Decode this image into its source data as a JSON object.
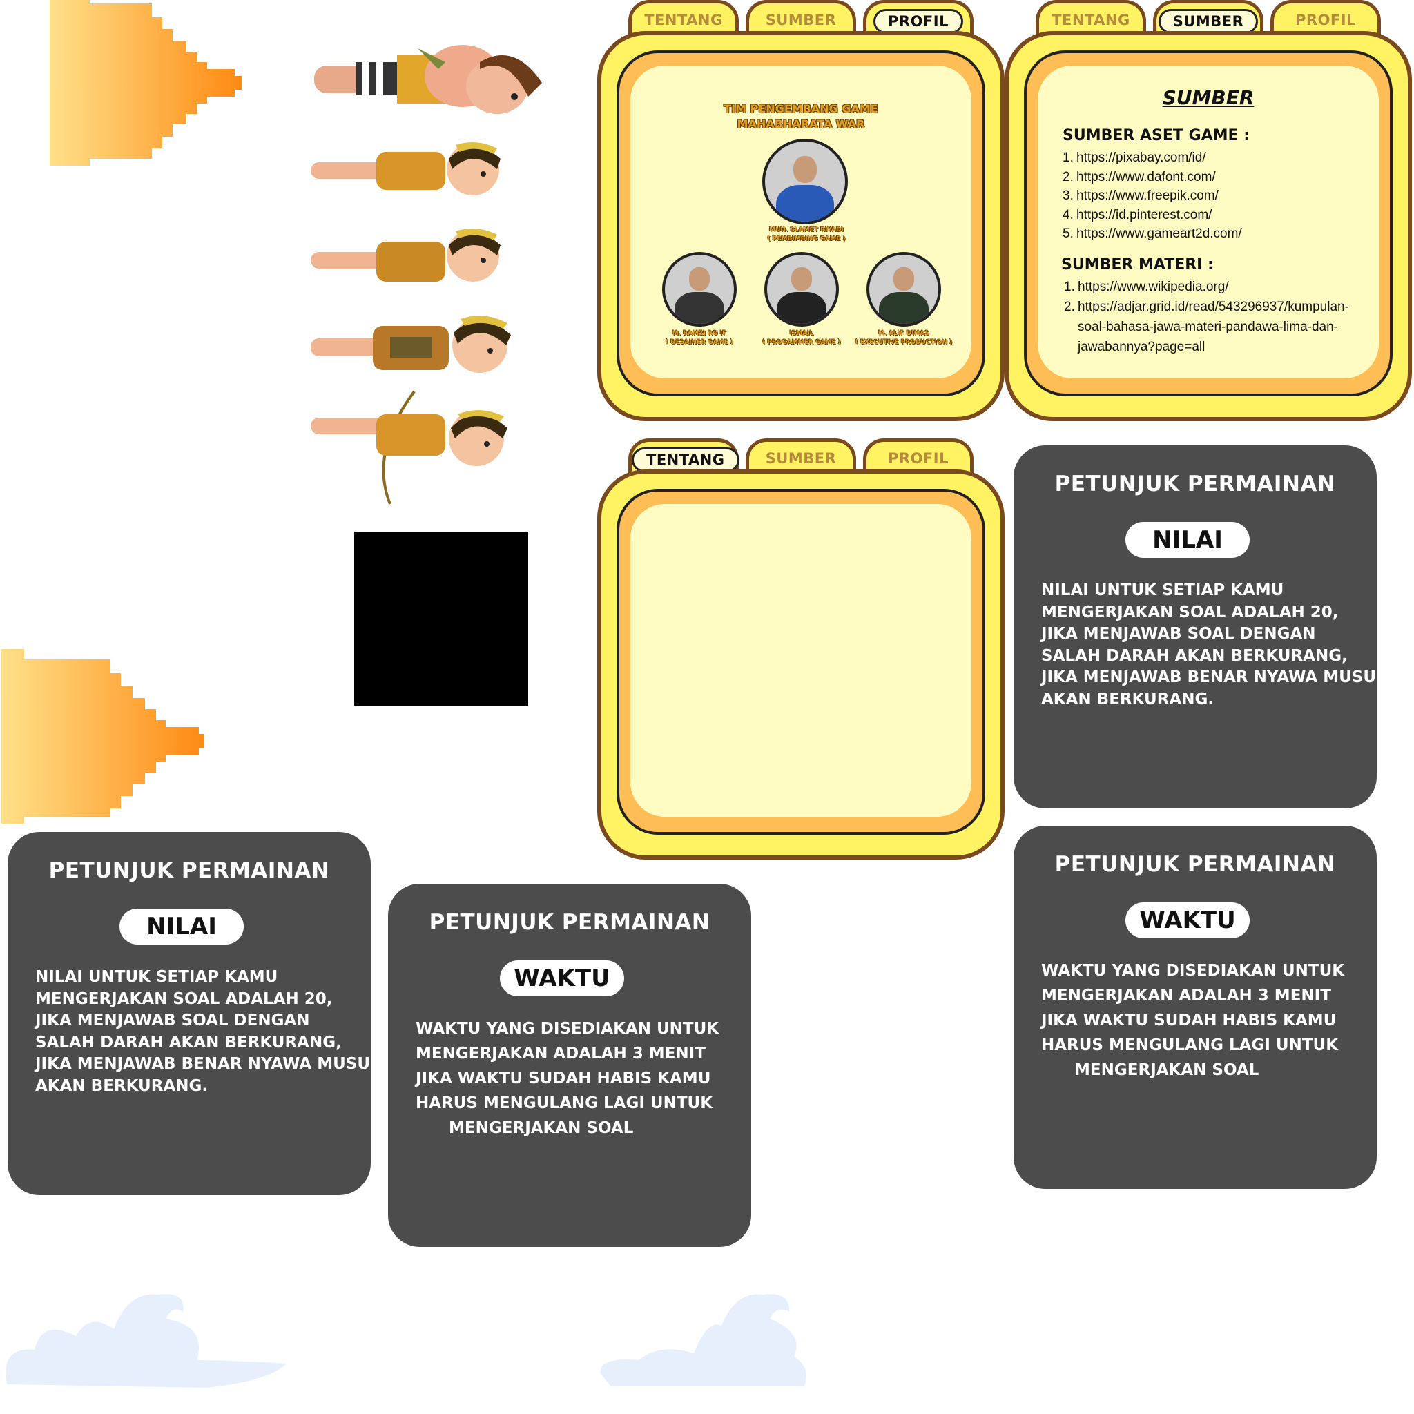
{
  "tabs": {
    "tentang": "TENTANG",
    "sumber": "SUMBER",
    "profil": "PROFIL"
  },
  "profil": {
    "title_line1": "TIM PENGEMBANG GAME",
    "title_line2": "MAHABHARATA WAR",
    "lead": {
      "name": "MUH. SLAMET RIYADI",
      "role": "( PEMBIMBING GAME )"
    },
    "members": [
      {
        "name": "M. RAMZI RO IF",
        "role": "( DESAINER GAME )"
      },
      {
        "name": "ISMAIL",
        "role": "( PROGAMMER GAME )"
      },
      {
        "name": "M. ALIF DIMAS",
        "role": "( EXECUTIVE PRODUCTION )"
      }
    ]
  },
  "sumber": {
    "title": "SUMBER",
    "aset_heading": "SUMBER ASET GAME :",
    "aset": [
      "https://pixabay.com/id/",
      "https://www.dafont.com/",
      "https://www.freepik.com/",
      "https://id.pinterest.com/",
      "https://www.gameart2d.com/"
    ],
    "materi_heading": "SUMBER MATERI :",
    "materi_1": "https://www.wikipedia.org/",
    "materi_2_line1": "https://adjar.grid.id/read/543296937/kumpulan-",
    "materi_2_line2": "soal-bahasa-jawa-materi-pandawa-lima-dan-",
    "materi_2_line3": "jawabannya?page=all"
  },
  "cards": {
    "title": "PETUNJUK PERMAINAN",
    "nilai": {
      "label": "NILAI",
      "text": "NILAI UNTUK SETIAP KAMU\nMENGERJAKAN SOAL ADALAH 20,\nJIKA MENJAWAB SOAL DENGAN\nSALAH DARAH AKAN BERKURANG,\nJIKA MENJAWAB BENAR NYAWA MUSUH\nAKAN BERKURANG."
    },
    "waktu": {
      "label": "WAKTU",
      "text": "WAKTU YANG DISEDIAKAN UNTUK\nMENGERJAKAN ADALAH 3 MENIT\nJIKA WAKTU SUDAH HABIS KAMU\nHARUS MENGULANG LAGI UNTUK\n      MENGERJAKAN SOAL"
    }
  },
  "colors": {
    "panel_yellow": "#fff363",
    "panel_brown": "#7a4a1e",
    "panel_orange": "#ffbe55",
    "card_dark": "#4c4c4c",
    "cloud": "#e6effb"
  },
  "icons": [
    "gate-arrow-icon",
    "pandawa-character-icon",
    "cloud-icon"
  ]
}
